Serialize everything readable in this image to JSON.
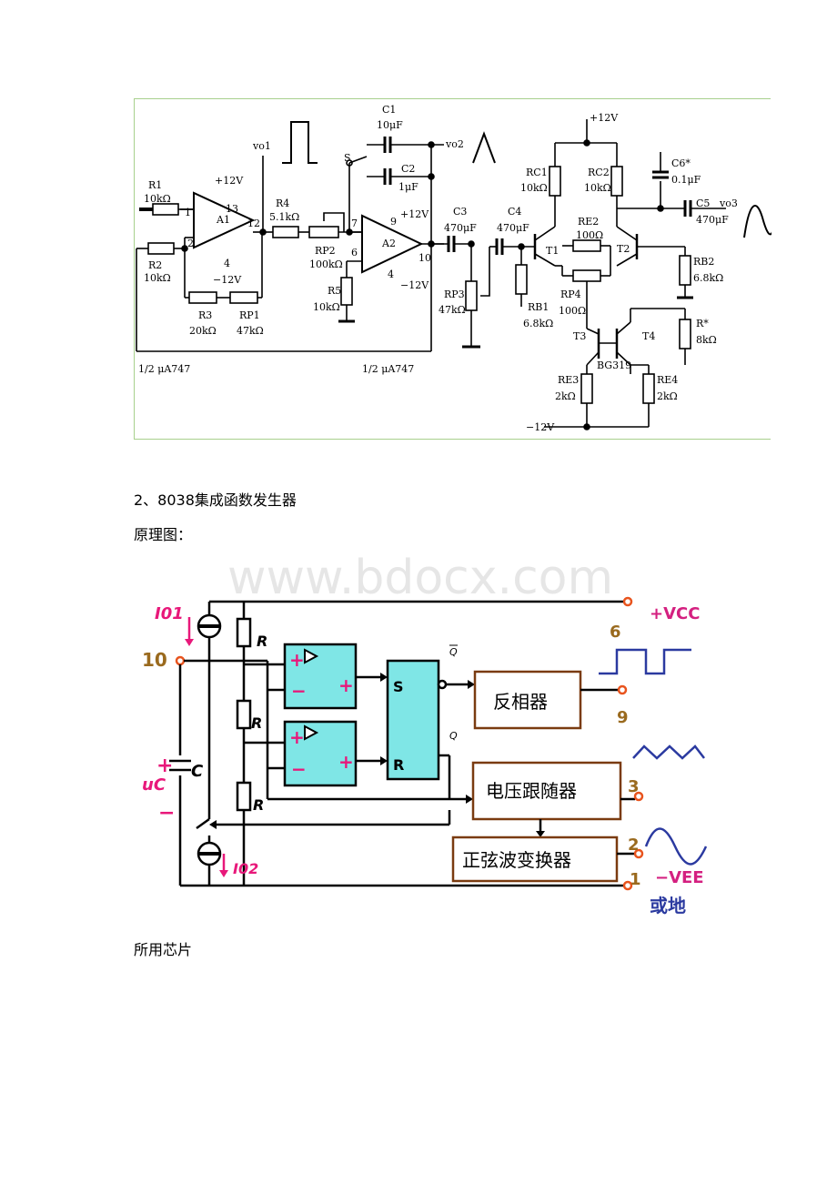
{
  "fig1": {
    "labels": {
      "r1": "R1",
      "r1v": "10kΩ",
      "r2": "R2",
      "r2v": "10kΩ",
      "r3": "R3",
      "r3v": "20kΩ",
      "rp1": "RP1",
      "rp1v": "47kΩ",
      "r4": "R4",
      "r4v": "5.1kΩ",
      "rp2": "RP2",
      "rp2v": "100kΩ",
      "r5": "R5",
      "r5v": "10kΩ",
      "c1": "C1",
      "c1v": "10μF",
      "c2": "C2",
      "c2v": "1μF",
      "c3": "C3",
      "c3v": "470μF",
      "rp3": "RP3",
      "rp3v": "47kΩ",
      "c4": "C4",
      "c4v": "470μF",
      "a1": "A1",
      "a2": "A2",
      "s": "S",
      "vo1": "vo1",
      "vo2": "vo2",
      "vo3": "vo3",
      "p12v_a": "+12V",
      "m12v_a": "−12V",
      "p12v_b": "+12V",
      "m12v_b": "−12V",
      "pin13": "13",
      "pin1": "1",
      "pin2": "2",
      "pin4a": "4",
      "pin12": "12",
      "pin7": "7",
      "pin6": "6",
      "pin9": "9",
      "pin4b": "4",
      "pin10": "10",
      "half1": "1/2 μA747",
      "half2": "1/2 μA747",
      "p12v_top": "+12V",
      "rc1": "RC1",
      "rc1v": "10kΩ",
      "rc2": "RC2",
      "rc2v": "10kΩ",
      "c6": "C6*",
      "c6v": "0.1μF",
      "c5": "C5",
      "c5v": "470μF",
      "re2": "RE2",
      "re2v": "100Ω",
      "t1": "T1",
      "t2": "T2",
      "rb2": "RB2",
      "rb2v": "6.8kΩ",
      "rp4": "RP4",
      "rp4v": "100Ω",
      "rb1": "RB1",
      "rb1v": "6.8kΩ",
      "rstar": "R*",
      "rstarv": "8kΩ",
      "t3": "T3",
      "t4": "T4",
      "bg": "BG319",
      "re3": "RE3",
      "re3v": "2kΩ",
      "re4": "RE4",
      "re4v": "2kΩ",
      "m12v_c": "−12V"
    }
  },
  "section_title": "2、8038集成函数发生器",
  "principle_label": "原理图：",
  "chips_label": "所用芯片",
  "watermark": "www.bdocx.com",
  "fig2": {
    "labels": {
      "i01": "I01",
      "i02": "I02",
      "pin10": "10",
      "uc": "uC",
      "plus": "+",
      "minus": "−",
      "c": "C",
      "r_top": "R",
      "r_mid": "R",
      "r_bot": "R",
      "s": "S",
      "r_ff": "R",
      "qbar": "Q",
      "q": "Q",
      "inverter": "反相器",
      "follower": "电压跟随器",
      "sine_conv": "正弦波变换器",
      "pin6": "6",
      "vcc": "+VCC",
      "pin9": "9",
      "pin3": "3",
      "pin2": "2",
      "pin1": "1",
      "vee": "−VEE",
      "or_gnd": "或地"
    },
    "colors": {
      "cyan": "#7fe6e6",
      "brown": "#7a3b10",
      "pink": "#e8187a",
      "wave": "#2b3aa0",
      "pin_num": "#9a6a1e",
      "vcc": "#d42080"
    }
  }
}
